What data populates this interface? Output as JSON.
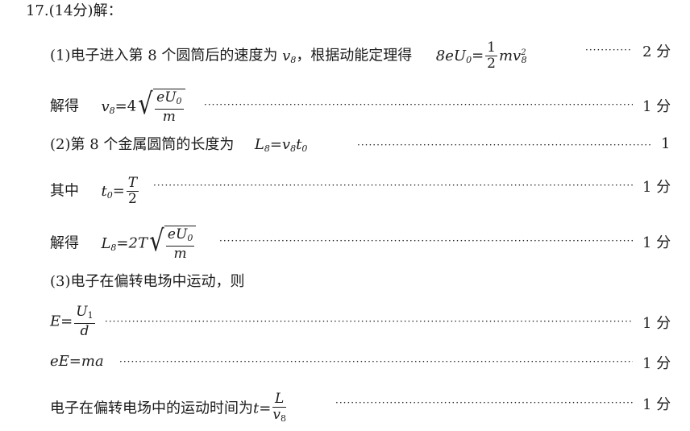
{
  "header": "17.(14分)解：",
  "parts": {
    "p1_intro": "(1)电子进入第 8 个圆筒后的速度为",
    "p1_mid": "，根据动能定理得",
    "solve1": "解得",
    "p2_intro": "(2)第 8 个金属圆筒的长度为",
    "where": "其中",
    "solve2": "解得",
    "p3_intro": "(3)电子在偏转电场中运动，则",
    "time_label": "电子在偏转电场中的运动时间为"
  },
  "math": {
    "v8": "v",
    "v8_sub": "8",
    "eq1_lhs": "8eU",
    "eq1_lhs_sub": "0",
    "eq1_eq": "=",
    "half_num": "1",
    "half_den": "2",
    "mv": "mv",
    "mv_sup": "2",
    "mv_sub": "8",
    "eq2_lhs": "v",
    "eq2_lhs_sub": "8",
    "eq2_coef": "=4",
    "eU0_num": "eU",
    "eU0_num_sub": "0",
    "m_den": "m",
    "L8": "L",
    "L8_sub": "8",
    "eq3_rhs": "=v",
    "eq3_rhs_sub": "8",
    "t0": "t",
    "t0_sub": "0",
    "eq4_lhs": "t",
    "eq4_lhs_sub": "0",
    "eq4_eq": "=",
    "T_num": "T",
    "two_den": "2",
    "eq5_lhs": "L",
    "eq5_lhs_sub": "8",
    "eq5_coef": "=2T",
    "E_lhs": "E=",
    "U1_num": "U",
    "U1_num_sub": "1",
    "d_den": "d",
    "eE": "eE=ma",
    "t_eq": "t=",
    "L_num": "L",
    "v8_den": "v",
    "v8_den_sub": "8"
  },
  "points": {
    "p1": "2 分",
    "p2": "1 分",
    "p3": "1",
    "p4": "1 分",
    "p5": "1 分",
    "p6": "1 分",
    "p7": "1 分",
    "p8": "1 分"
  }
}
